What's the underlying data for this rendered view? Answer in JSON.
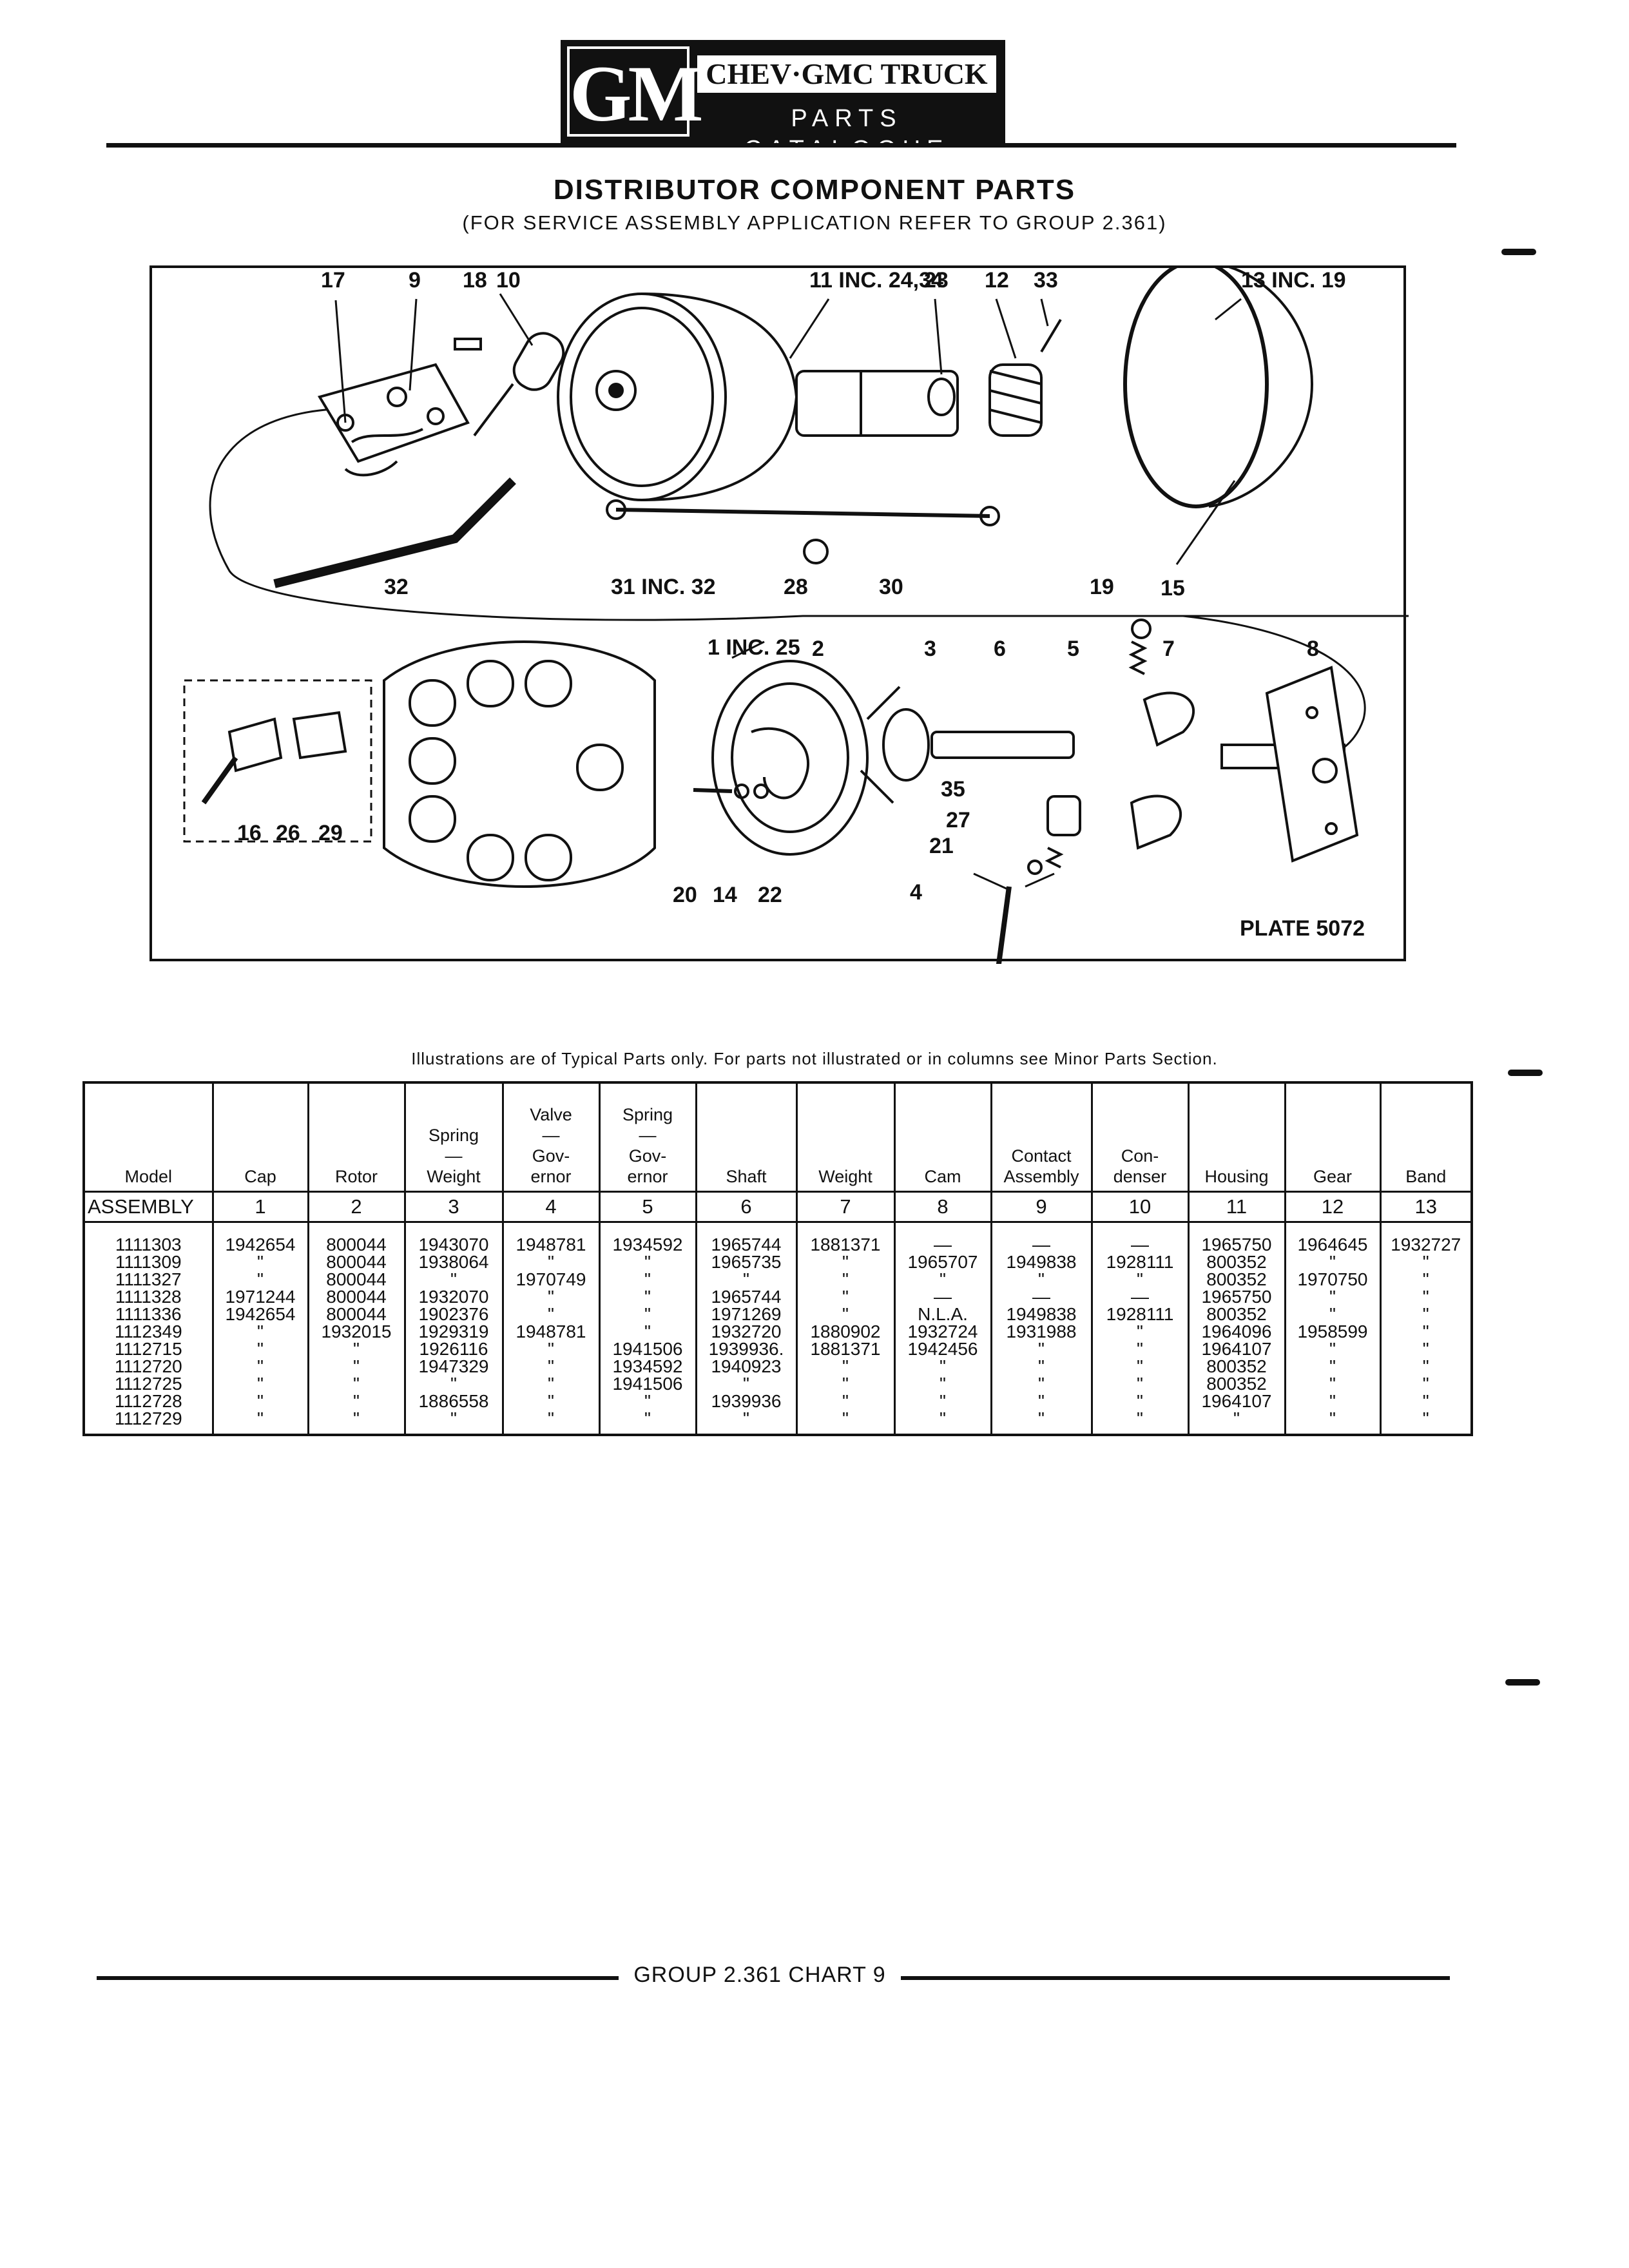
{
  "header": {
    "logo_mark": "GM",
    "logo_top": "CHEV·GMC TRUCK",
    "logo_bottom": "PARTS CATALOGUE"
  },
  "title": "DISTRIBUTOR COMPONENT PARTS",
  "subtitle": "(FOR SERVICE ASSEMBLY APPLICATION REFER TO GROUP 2.361)",
  "diagram": {
    "plate_label": "PLATE 5072",
    "callouts": {
      "c17": "17",
      "c9": "9",
      "c18": "18",
      "c10": "10",
      "c11": "11 INC. 24,34",
      "c23": "23",
      "c12": "12",
      "c33": "33",
      "c13": "13 INC. 19",
      "c32": "32",
      "c31": "31 INC. 32",
      "c28": "28",
      "c30": "30",
      "c19": "19",
      "c15": "15",
      "c1": "1 INC. 25",
      "c2": "2",
      "c3": "3",
      "c6": "6",
      "c5": "5",
      "c7": "7",
      "c8": "8",
      "c16": "16",
      "c26": "26",
      "c29": "29",
      "c35": "35",
      "c27": "27",
      "c21": "21",
      "c20": "20",
      "c14": "14",
      "c22": "22",
      "c4": "4"
    }
  },
  "note": "Illustrations are of Typical Parts only. For parts not illustrated or in columns see Minor Parts Section.",
  "table": {
    "headers": [
      [
        "Model"
      ],
      [
        "Cap"
      ],
      [
        "Rotor"
      ],
      [
        "Spring",
        "—",
        "Weight"
      ],
      [
        "Valve",
        "—",
        "Gov-",
        "ernor"
      ],
      [
        "Spring",
        "—",
        "Gov-",
        "ernor"
      ],
      [
        "Shaft"
      ],
      [
        "Weight"
      ],
      [
        "Cam"
      ],
      [
        "Contact",
        "Assembly"
      ],
      [
        "Con-",
        "denser"
      ],
      [
        "Housing"
      ],
      [
        "Gear"
      ],
      [
        "Band"
      ]
    ],
    "assembly_row": [
      "ASSEMBLY",
      "1",
      "2",
      "3",
      "4",
      "5",
      "6",
      "7",
      "8",
      "9",
      "10",
      "11",
      "12",
      "13"
    ],
    "rows": [
      [
        "1111303",
        "1942654",
        "800044",
        "1943070",
        "1948781",
        "1934592",
        "1965744",
        "1881371",
        "—",
        "—",
        "—",
        "1965750",
        "1964645",
        "1932727"
      ],
      [
        "1111309",
        "\"",
        "800044",
        "1938064",
        "\"",
        "\"",
        "1965735",
        "\"",
        "1965707",
        "1949838",
        "1928111",
        "800352",
        "\"",
        "\""
      ],
      [
        "1111327",
        "\"",
        "800044",
        "\"",
        "1970749",
        "\"",
        "\"",
        "\"",
        "\"",
        "\"",
        "\"",
        "800352",
        "1970750",
        "\""
      ],
      [
        "1111328",
        "1971244",
        "800044",
        "1932070",
        "\"",
        "\"",
        "1965744",
        "\"",
        "—",
        "—",
        "—",
        "1965750",
        "\"",
        "\""
      ],
      [
        "1111336",
        "1942654",
        "800044",
        "1902376",
        "\"",
        "\"",
        "1971269",
        "\"",
        "N.L.A.",
        "1949838",
        "1928111",
        "800352",
        "\"",
        "\""
      ],
      [
        "1112349",
        "\"",
        "1932015",
        "1929319",
        "1948781",
        "\"",
        "1932720",
        "1880902",
        "1932724",
        "1931988",
        "\"",
        "1964096",
        "1958599",
        "\""
      ],
      [
        "1112715",
        "\"",
        "\"",
        "1926116",
        "\"",
        "1941506",
        "1939936.",
        "1881371",
        "1942456",
        "\"",
        "\"",
        "1964107",
        "\"",
        "\""
      ],
      [
        "1112720",
        "\"",
        "\"",
        "1947329",
        "\"",
        "1934592",
        "1940923",
        "\"",
        "\"",
        "\"",
        "\"",
        "800352",
        "\"",
        "\""
      ],
      [
        "1112725",
        "\"",
        "\"",
        "\"",
        "\"",
        "1941506",
        "\"",
        "\"",
        "\"",
        "\"",
        "\"",
        "800352",
        "\"",
        "\""
      ],
      [
        "1112728",
        "\"",
        "\"",
        "1886558",
        "\"",
        "\"",
        "1939936",
        "\"",
        "\"",
        "\"",
        "\"",
        "1964107",
        "\"",
        "\""
      ],
      [
        "1112729",
        "\"",
        "\"",
        "\"",
        "\"",
        "\"",
        "\"",
        "\"",
        "\"",
        "\"",
        "\"",
        "\"",
        "\"",
        "\""
      ]
    ]
  },
  "footer": "GROUP 2.361 CHART 9"
}
